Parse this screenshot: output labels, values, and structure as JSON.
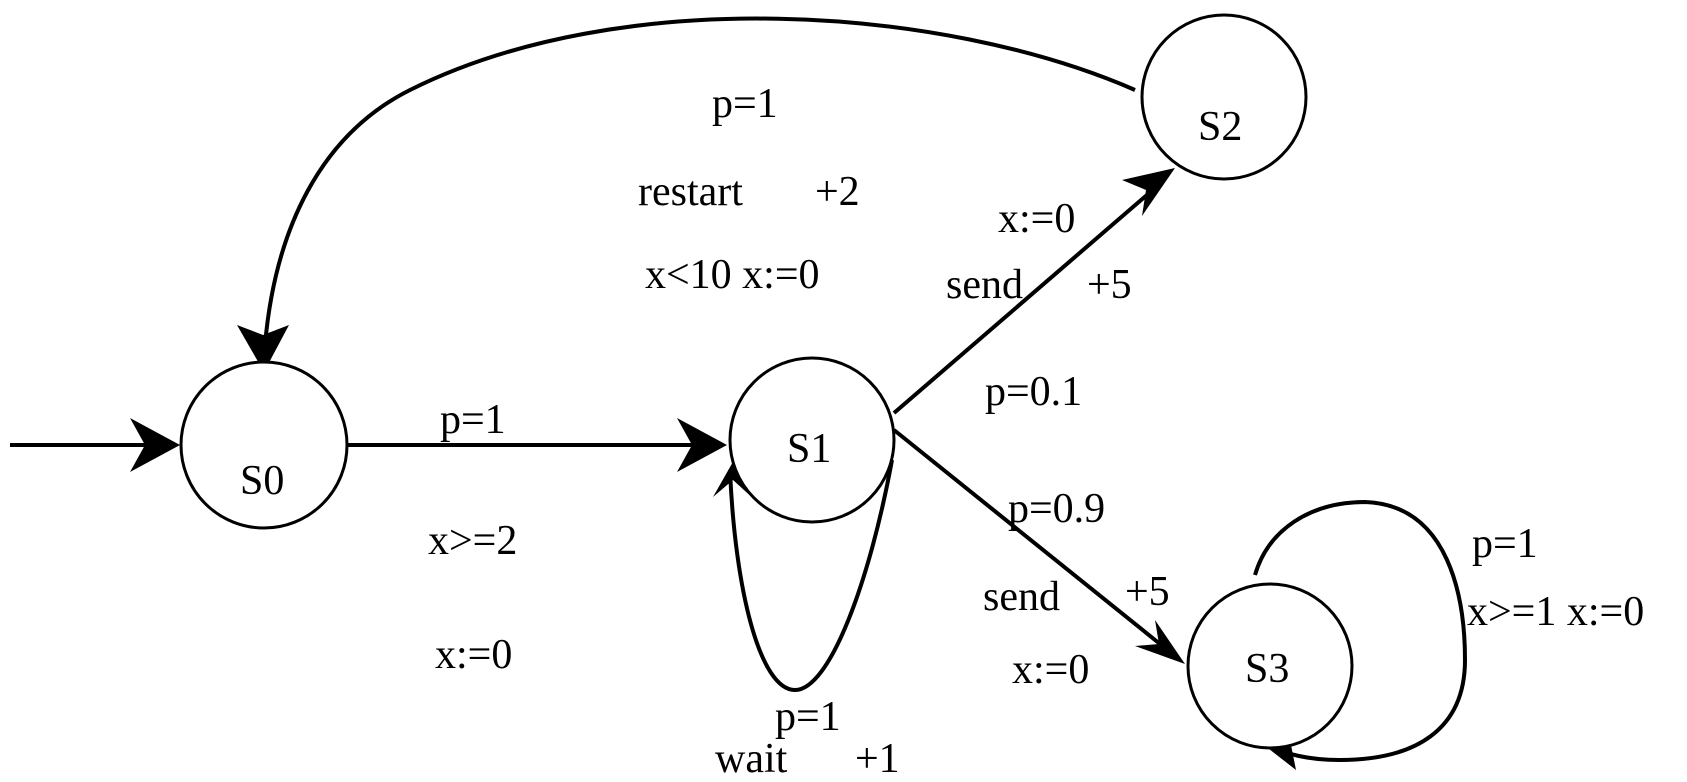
{
  "states": {
    "s0": "S0",
    "s1": "S1",
    "s2": "S2",
    "s3": "S3"
  },
  "transitions": {
    "s0_s1": {
      "prob": "p=1",
      "guard": "x>=2",
      "update": "x:=0"
    },
    "s1_s1": {
      "prob": "p=1",
      "action": "wait",
      "reward": "+1"
    },
    "s1_s2": {
      "prob": "p=0.1",
      "action": "send",
      "reward": "+5",
      "update": "x:=0"
    },
    "s1_s3": {
      "prob": "p=0.9",
      "action": "send",
      "reward": "+5",
      "update": "x:=0"
    },
    "s2_s0": {
      "prob": "p=1",
      "action": "restart",
      "reward": "+2",
      "guard_update": "x<10 x:=0"
    },
    "s3_s3": {
      "prob": "p=1",
      "guard_update": "x>=1 x:=0"
    }
  },
  "colors": {
    "stroke": "#000000",
    "background": "#ffffff"
  }
}
